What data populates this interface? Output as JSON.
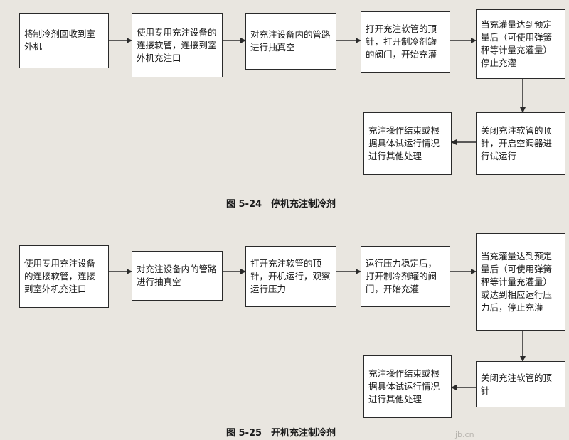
{
  "diagram1": {
    "boxes": [
      "将制冷剂回收到室外机",
      "使用专用充注设备的连接软管，连接到室外机充注口",
      "对充注设备内的管路进行抽真空",
      "打开充注软管的顶针，打开制冷剂罐的阀门，开始充灌",
      "当充灌量达到预定量后（可使用弹簧秤等计量充灌量）停止充灌",
      "关闭充注软管的顶针，开启空调器进行试运行",
      "充注操作结束或根据具体试运行情况进行其他处理"
    ],
    "caption": "图 5-24　停机充注制冷剂"
  },
  "diagram2": {
    "boxes": [
      "使用专用充注设备的连接软管，连接到室外机充注口",
      "对充注设备内的管路进行抽真空",
      "打开充注软管的顶针，开机运行，观察运行压力",
      "运行压力稳定后，打开制冷剂罐的阀门，开始充灌",
      "当充灌量达到预定量后（可使用弹簧秤等计量充灌量）或达到相应运行压力后，停止充灌",
      "关闭充注软管的顶针",
      "充注操作结束或根据具体试运行情况进行其他处理"
    ],
    "caption": "图 5-25　开机充注制冷剂"
  },
  "watermark": "jb.cn",
  "colors": {
    "border": "#2a2a2a",
    "page": "#e9e6e0",
    "box": "#ffffff"
  }
}
